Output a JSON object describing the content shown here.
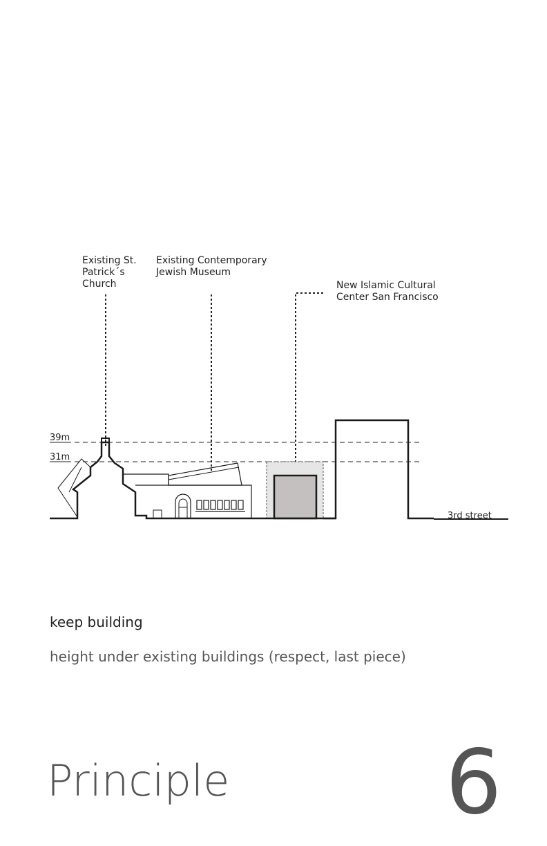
{
  "labels": {
    "church": [
      "Existing St.",
      "Patrick´s",
      "Church"
    ],
    "museum": [
      "Existing Contemporary",
      "Jewish Museum"
    ],
    "center": [
      "New Islamic Cultural",
      "Center San Francisco"
    ]
  },
  "heights": {
    "h39": "39m",
    "h31": "31m"
  },
  "street": "3rd street",
  "texts": {
    "keep": "keep building",
    "height": "height under existing buildings (respect, last piece)"
  },
  "principle": {
    "word": "Principle",
    "number": "6"
  },
  "colors": {
    "line": "#1a1a1a",
    "shade_light": "#e6e6e6",
    "shade_dark": "#c4c0c0"
  }
}
